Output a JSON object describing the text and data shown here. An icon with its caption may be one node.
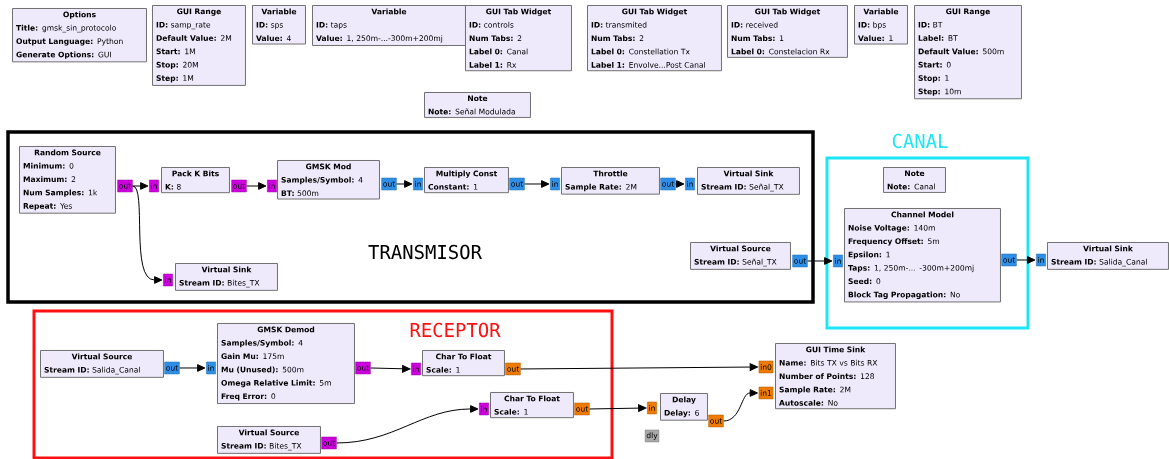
{
  "diagram": {
    "nodes": [
      {
        "text": [
          "Options",
          "**Title:** gmsk_sin_protocolo",
          "**Output Language:** Python",
          "**Generate Options:** GUI"
        ]
      },
      {
        "text": [
          "GUI Range",
          "**ID:** samp_rate",
          "**Default Value:** 2M",
          "**Start:** 1M",
          "**Stop:** 20M",
          "**Step:** 1M"
        ]
      },
      {
        "text": [
          "Variable",
          "**ID:** sps",
          "**Value:** 4"
        ]
      },
      {
        "text": [
          "Variable",
          "**ID:** taps",
          "**Value:** 1, 250m-...-300m+200mj"
        ]
      },
      {
        "text": [
          "GUI Tab Widget",
          "**ID:** controls",
          "**Num Tabs:** 2",
          "**Label 0:** Canal",
          "**Label 1:** Rx"
        ]
      },
      {
        "text": [
          "GUI Tab Widget",
          "**ID:** transmited",
          "**Num Tabs:** 2",
          "**Label 0:** Constellation Tx",
          "**Label 1:** Envolve...Post Canal"
        ]
      },
      {
        "text": [
          "GUI Tab Widget",
          "**ID:** received",
          "**Num Tabs:** 1",
          "**Label 0:** Constelacion Rx"
        ]
      },
      {
        "text": [
          "Variable",
          "**ID:** bps",
          "**Value:** 1"
        ]
      },
      {
        "text": [
          "GUI Range",
          "**ID:** BT",
          "**Label:** BT",
          "**Default Value:** 500m",
          "**Start:** 0",
          "**Stop:** 1",
          "**Step:** 10m"
        ]
      },
      {
        "text": [
          "Note",
          "**Note:** Señal Modulada"
        ]
      },
      {
        "text": [
          "TRANSMISOR"
        ]
      },
      {
        "text": [
          "Random Source",
          "**Minimum:** 0",
          "**Maximum:** 2",
          "**Num Samples:** 1k",
          "**Repeat:** Yes"
        ],
        "in": 10
      },
      {
        "text": [
          "Pack K Bits",
          "**K:** 8"
        ],
        "in": 10
      },
      {
        "text": [
          "GMSK Mod",
          "**Samples/Symbol:** 4",
          "**BT:** 500m"
        ],
        "in": 10
      },
      {
        "text": [
          "Multiply Const",
          "**Constant:** 1"
        ],
        "in": 10
      },
      {
        "text": [
          "Throttle",
          "**Sample Rate:** 2M"
        ],
        "in": 10
      },
      {
        "text": [
          "Virtual Sink",
          "**Stream ID:** Señal_TX"
        ],
        "in": 10
      },
      {
        "text": [
          "Virtual Sink",
          "**Stream ID:** Bites_TX"
        ],
        "in": 10
      },
      {
        "text": [
          "Virtual Source",
          "**Stream ID:** Señal_TX"
        ],
        "in": 10
      },
      {
        "text": [
          "CANAL"
        ]
      },
      {
        "text": [
          "Note",
          "**Note:** Canal"
        ],
        "in": 19
      },
      {
        "text": [
          "Channel Model",
          "**Noise Voltage:** 140m",
          "**Frequency Offset:** 5m",
          "**Epsilon:** 1",
          "**Taps:** 1, 250m-... -300m+200mj",
          "**Seed:** 0",
          "**Block Tag Propagation:** No"
        ],
        "in": 19
      },
      {
        "text": [
          "Virtual Sink",
          "**Stream ID:** Salida_Canal"
        ]
      },
      {
        "text": [
          "RECEPTOR"
        ]
      },
      {
        "text": [
          "Virtual Source",
          "**Stream ID:** Salida_Canal"
        ],
        "in": 23
      },
      {
        "text": [
          "GMSK Demod",
          "**Samples/Symbol:** 4",
          "**Gain Mu:** 175m",
          "**Mu (Unused):** 500m",
          "**Omega Relative Limit:** 5m",
          "**Freq Error:** 0"
        ],
        "in": 23
      },
      {
        "text": [
          "Char To Float",
          "**Scale:** 1"
        ],
        "in": 23
      },
      {
        "text": [
          "Char To Float",
          "**Scale:** 1"
        ],
        "in": 23
      },
      {
        "text": [
          "Virtual Source",
          "**Stream ID:** Bites_TX"
        ],
        "in": 23
      },
      {
        "text": [
          "Delay",
          "**Delay:** 6"
        ]
      },
      {
        "text": [
          "GUI Time Sink",
          "**Name:** Bits TX vs Bits RX",
          "**Number of Points:** 128",
          "**Sample Rate:** 2M",
          "**Autoscale:** No"
        ]
      },
      {
        "text": [
          "out"
        ],
        "in": 10
      },
      {
        "text": [
          "in"
        ],
        "in": 10
      },
      {
        "text": [
          "out"
        ],
        "in": 10
      },
      {
        "text": [
          "in"
        ],
        "in": 10
      },
      {
        "text": [
          "out"
        ],
        "in": 10
      },
      {
        "text": [
          "in"
        ],
        "in": 10
      },
      {
        "text": [
          "out"
        ],
        "in": 10
      },
      {
        "text": [
          "in"
        ],
        "in": 10
      },
      {
        "text": [
          "out"
        ],
        "in": 10
      },
      {
        "text": [
          "in"
        ],
        "in": 10
      },
      {
        "text": [
          "in"
        ],
        "in": 10
      },
      {
        "text": [
          "out"
        ],
        "in": 10
      },
      {
        "text": [
          "in"
        ],
        "in": 19
      },
      {
        "text": [
          "out"
        ],
        "in": 19
      },
      {
        "text": [
          "in"
        ]
      },
      {
        "text": [
          "out"
        ],
        "in": 23
      },
      {
        "text": [
          "in"
        ],
        "in": 23
      },
      {
        "text": [
          "out"
        ],
        "in": 23
      },
      {
        "text": [
          "in"
        ],
        "in": 23
      },
      {
        "text": [
          "out"
        ],
        "in": 23
      },
      {
        "text": [
          "in"
        ],
        "in": 23
      },
      {
        "text": [
          "out"
        ],
        "in": 23
      },
      {
        "text": [
          "out"
        ],
        "in": 23
      },
      {
        "text": [
          "in"
        ]
      },
      {
        "text": [
          "dly"
        ]
      },
      {
        "text": [
          "out"
        ]
      },
      {
        "text": [
          "in0"
        ]
      },
      {
        "text": [
          "in1"
        ]
      }
    ],
    "edges": [
      {
        "from": 31,
        "to": 32,
        "arrow": "to"
      },
      {
        "from": 31,
        "to": 41,
        "arrow": "to"
      },
      {
        "from": 33,
        "to": 34,
        "arrow": "to"
      },
      {
        "from": 35,
        "to": 36,
        "arrow": "to"
      },
      {
        "from": 37,
        "to": 38,
        "arrow": "to"
      },
      {
        "from": 39,
        "to": 40,
        "arrow": "to"
      },
      {
        "from": 42,
        "to": 43,
        "arrow": "to"
      },
      {
        "from": 44,
        "to": 45,
        "arrow": "to"
      },
      {
        "from": 46,
        "to": 47,
        "arrow": "to"
      },
      {
        "from": 48,
        "to": 49,
        "arrow": "to"
      },
      {
        "from": 50,
        "to": 57,
        "arrow": "to"
      },
      {
        "from": 52,
        "to": 54,
        "arrow": "to"
      },
      {
        "from": 53,
        "to": 51,
        "arrow": "to"
      },
      {
        "from": 56,
        "to": 58,
        "arrow": "to"
      }
    ]
  }
}
